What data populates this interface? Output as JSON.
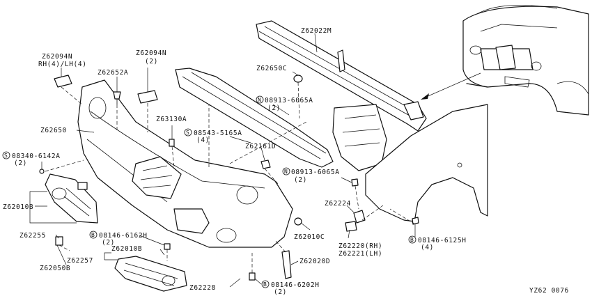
{
  "labels": {
    "z62094n_a": "Z62094N",
    "z62094n_a_note": "RH(4)/LH(4)",
    "z62652a": "Z62652A",
    "z62094n_b": "Z62094N",
    "z62094n_b_qty": "(2)",
    "z62650c": "Z62650C",
    "z62022m": "Z62022M",
    "n08913_6065a_top": "08913-6065A",
    "n08913_6065a_top_qty": "(2)",
    "z63130a": "Z63130A",
    "s08543_5165a": "08543-5165A",
    "s08543_5165a_qty": "(4)",
    "z62650": "Z62650",
    "s08340_6142a": "08340-6142A",
    "s08340_6142a_qty": "(2)",
    "z62161d": "Z62161D",
    "n08913_6065a_mid": "08913-6065A",
    "n08913_6065a_mid_qty": "(2)",
    "z62010b_left": "Z62010B",
    "z62224": "Z62224",
    "z62255": "Z62255",
    "b08146_6162h": "08146-6162H",
    "b08146_6162h_qty": "(2)",
    "z62010c": "Z62010C",
    "z62220": "Z62220(RH)",
    "z62221": "Z62221(LH)",
    "b08146_6125h": "08146-6125H",
    "b08146_6125h_qty": "(4)",
    "z62257": "Z62257",
    "z62010b_bottom": "Z62010B",
    "z62050b": "Z62050B",
    "z62020d": "Z62020D",
    "z62228": "Z62228",
    "b08146_6202h": "08146-6202H",
    "b08146_6202h_qty": "(2)",
    "diagram_code": "YZ62 0076"
  },
  "symbols": {
    "s": "S",
    "n": "N",
    "b": "B"
  }
}
